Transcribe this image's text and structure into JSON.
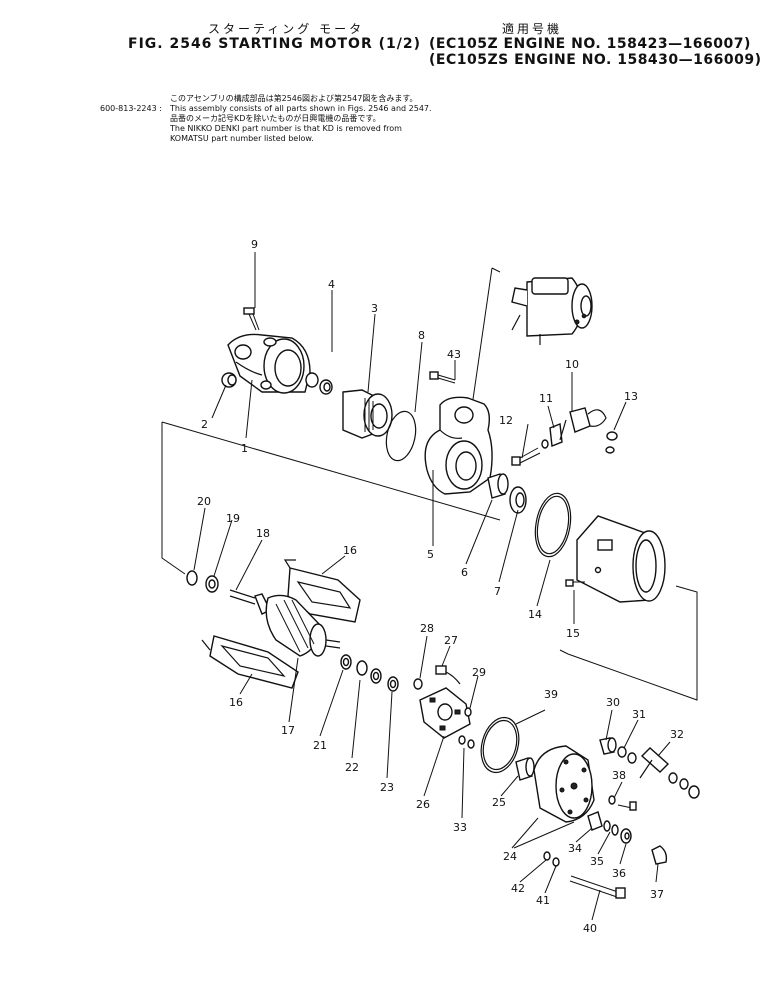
{
  "header": {
    "jp_title": "スターティング モータ",
    "jp_applicability": "適用号機",
    "title": "FIG. 2546  STARTING MOTOR (1/2)",
    "engine_line_1": "(EC105Z   ENGINE NO. 158423—166007)",
    "engine_line_2": "(EC105ZS ENGINE NO. 158430—166009)"
  },
  "notes": {
    "part_number": "600-813-2243 :",
    "jp_line_1": "このアセンブリの構成部品は第2546図および第2547図を含みます。",
    "en_line_1": "This assembly consists of all parts shown in Figs. 2546 and 2547.",
    "jp_line_2": "品番のメーカ記号KDを除いたものが日興電機の品番です。",
    "en_line_2": "The NIKKO DENKI part number is that KD is removed from",
    "en_line_3": "KOMATSU part number listed below."
  },
  "callouts": [
    "1",
    "2",
    "3",
    "4",
    "5",
    "6",
    "7",
    "8",
    "9",
    "10",
    "11",
    "12",
    "13",
    "14",
    "15",
    "16",
    "16",
    "17",
    "18",
    "19",
    "20",
    "21",
    "22",
    "23",
    "24",
    "25",
    "26",
    "27",
    "28",
    "29",
    "30",
    "31",
    "32",
    "33",
    "34",
    "35",
    "36",
    "37",
    "38",
    "39",
    "40",
    "41",
    "42",
    "43"
  ]
}
